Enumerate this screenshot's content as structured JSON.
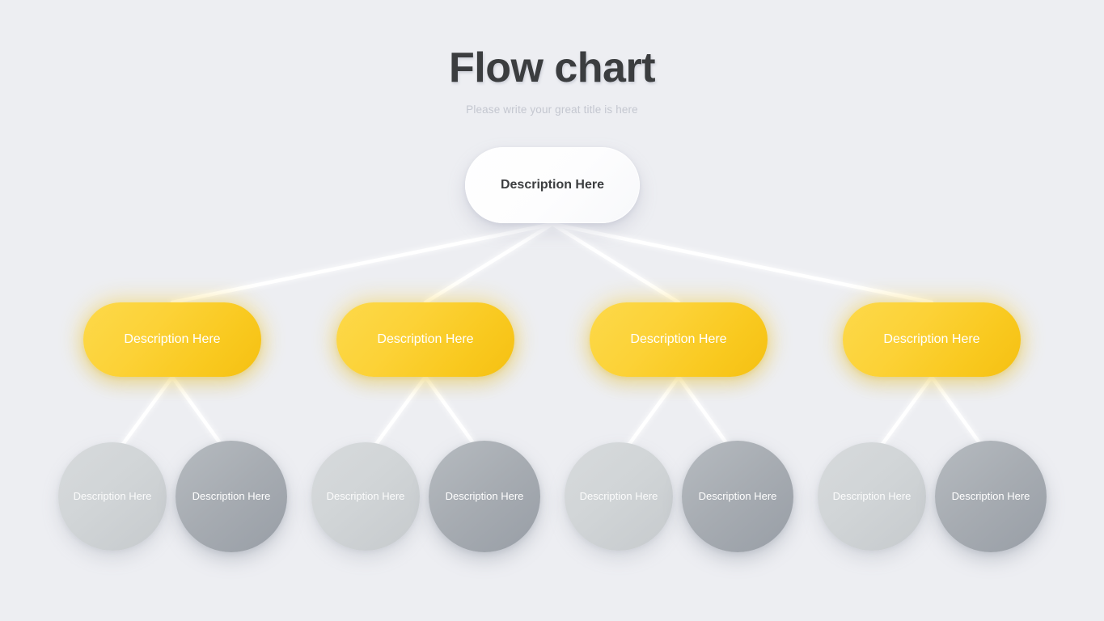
{
  "header": {
    "title": "Flow chart",
    "subtitle": "Please write your great title is here"
  },
  "theme": {
    "background": "#edeef2",
    "title_color": "#3b3d3f",
    "subtitle_color": "#c4c7d0",
    "accent_yellow": "#fbd037",
    "accent_yellow_dark": "#f5c012",
    "circle_light": "#d1d5d7",
    "circle_dark": "#a7acb2",
    "connector_color": "#ffffff",
    "root_fill": "#ffffff"
  },
  "chart_data": {
    "type": "diagram",
    "diagram_type": "flow-chart-tree",
    "title": "Flow chart",
    "subtitle": "Please write your great title is here",
    "levels": 3,
    "root": {
      "id": "root",
      "label": "Description Here",
      "shape": "pill",
      "style": "white"
    },
    "level2": [
      {
        "id": "n1",
        "label": "Description Here",
        "shape": "pill",
        "style": "yellow"
      },
      {
        "id": "n2",
        "label": "Description Here",
        "shape": "pill",
        "style": "yellow"
      },
      {
        "id": "n3",
        "label": "Description Here",
        "shape": "pill",
        "style": "yellow"
      },
      {
        "id": "n4",
        "label": "Description Here",
        "shape": "pill",
        "style": "yellow"
      }
    ],
    "level3": [
      {
        "id": "c1",
        "parent": "n1",
        "label": "Description Here",
        "shape": "circle",
        "style": "light"
      },
      {
        "id": "c2",
        "parent": "n1",
        "label": "Description Here",
        "shape": "circle",
        "style": "dark"
      },
      {
        "id": "c3",
        "parent": "n2",
        "label": "Description Here",
        "shape": "circle",
        "style": "light"
      },
      {
        "id": "c4",
        "parent": "n2",
        "label": "Description Here",
        "shape": "circle",
        "style": "dark"
      },
      {
        "id": "c5",
        "parent": "n3",
        "label": "Description Here",
        "shape": "circle",
        "style": "light"
      },
      {
        "id": "c6",
        "parent": "n3",
        "label": "Description Here",
        "shape": "circle",
        "style": "dark"
      },
      {
        "id": "c7",
        "parent": "n4",
        "label": "Description Here",
        "shape": "circle",
        "style": "light"
      },
      {
        "id": "c8",
        "parent": "n4",
        "label": "Description Here",
        "shape": "circle",
        "style": "dark"
      }
    ],
    "edges": [
      {
        "from": "root",
        "to": "n1"
      },
      {
        "from": "root",
        "to": "n2"
      },
      {
        "from": "root",
        "to": "n3"
      },
      {
        "from": "root",
        "to": "n4"
      },
      {
        "from": "n1",
        "to": "c1"
      },
      {
        "from": "n1",
        "to": "c2"
      },
      {
        "from": "n2",
        "to": "c3"
      },
      {
        "from": "n2",
        "to": "c4"
      },
      {
        "from": "n3",
        "to": "c5"
      },
      {
        "from": "n3",
        "to": "c6"
      },
      {
        "from": "n4",
        "to": "c7"
      },
      {
        "from": "n4",
        "to": "c8"
      }
    ]
  }
}
